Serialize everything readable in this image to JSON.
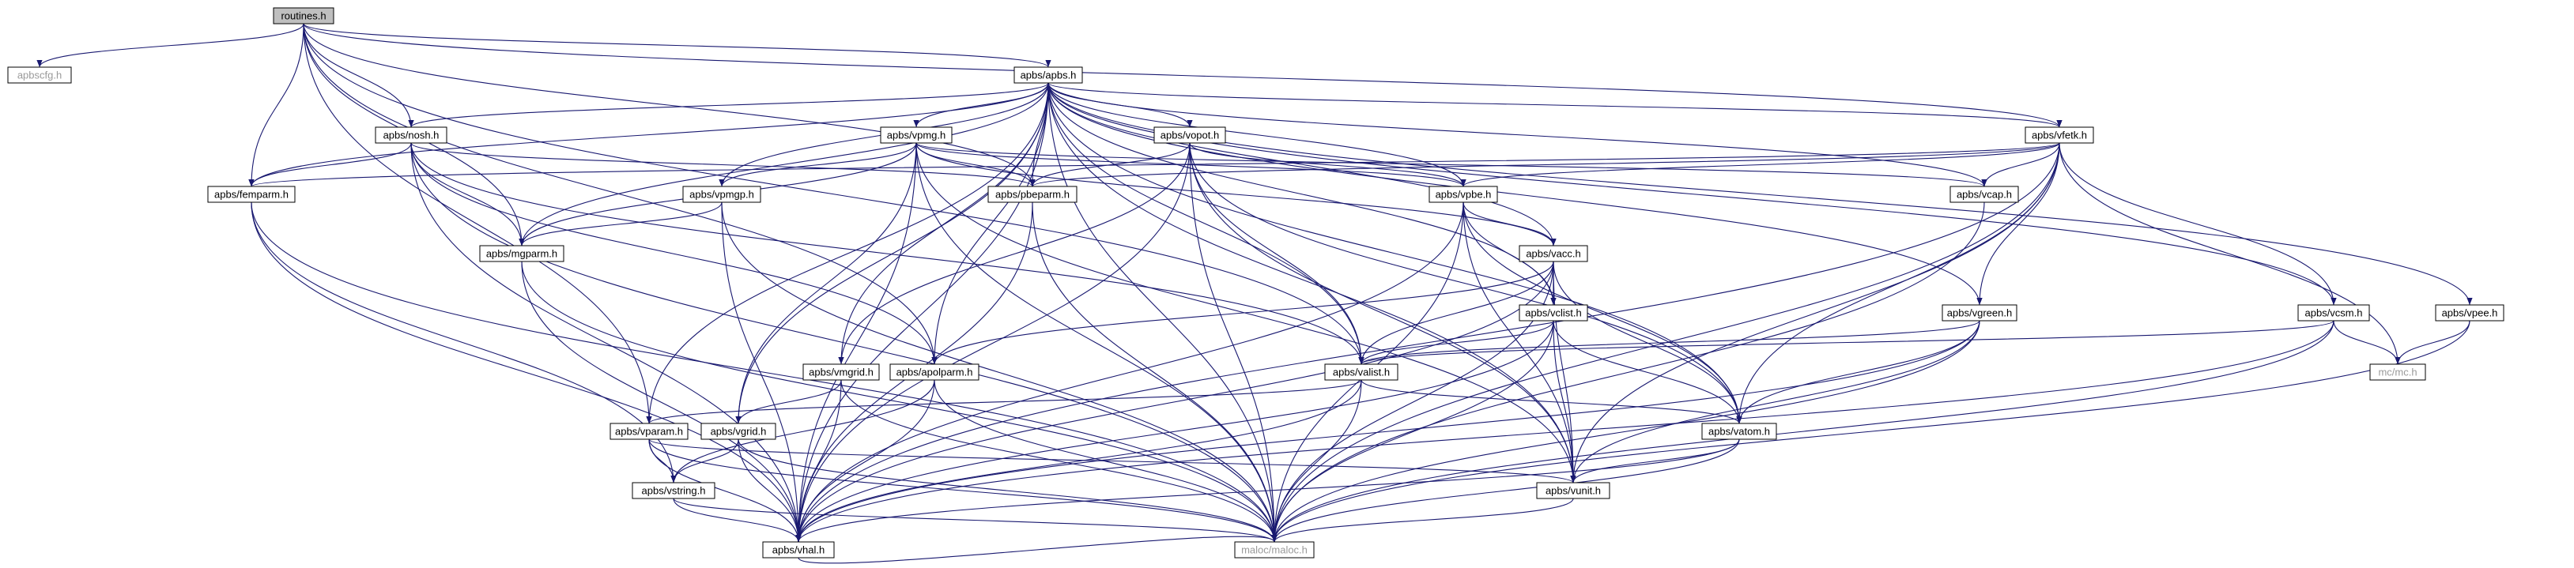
{
  "colors": {
    "edge": "#191970",
    "root_fill": "#bfbfbf",
    "node_fill": "#ffffff",
    "border": "#000000",
    "text": "#000000",
    "external_text": "#9a9a9a",
    "external_border": "#d0d0d0"
  },
  "nodes": [
    {
      "id": "routines",
      "label": "routines.h",
      "kind": "root"
    },
    {
      "id": "apbscfg",
      "label": "apbscfg.h",
      "kind": "external"
    },
    {
      "id": "apbs",
      "label": "apbs/apbs.h",
      "kind": "normal"
    },
    {
      "id": "nosh",
      "label": "apbs/nosh.h",
      "kind": "normal"
    },
    {
      "id": "vpmg",
      "label": "apbs/vpmg.h",
      "kind": "normal"
    },
    {
      "id": "vopot",
      "label": "apbs/vopot.h",
      "kind": "normal"
    },
    {
      "id": "vfetk",
      "label": "apbs/vfetk.h",
      "kind": "normal"
    },
    {
      "id": "femparm",
      "label": "apbs/femparm.h",
      "kind": "normal"
    },
    {
      "id": "vpmgp",
      "label": "apbs/vpmgp.h",
      "kind": "normal"
    },
    {
      "id": "pbeparm",
      "label": "apbs/pbeparm.h",
      "kind": "normal"
    },
    {
      "id": "vpbe",
      "label": "apbs/vpbe.h",
      "kind": "normal"
    },
    {
      "id": "vcap",
      "label": "apbs/vcap.h",
      "kind": "normal"
    },
    {
      "id": "mgparm",
      "label": "apbs/mgparm.h",
      "kind": "normal"
    },
    {
      "id": "vacc",
      "label": "apbs/vacc.h",
      "kind": "normal"
    },
    {
      "id": "vclist",
      "label": "apbs/vclist.h",
      "kind": "normal"
    },
    {
      "id": "vgreen",
      "label": "apbs/vgreen.h",
      "kind": "normal"
    },
    {
      "id": "vcsm",
      "label": "apbs/vcsm.h",
      "kind": "normal"
    },
    {
      "id": "vpee",
      "label": "apbs/vpee.h",
      "kind": "normal"
    },
    {
      "id": "vmgrid",
      "label": "apbs/vmgrid.h",
      "kind": "normal"
    },
    {
      "id": "apolparm",
      "label": "apbs/apolparm.h",
      "kind": "normal"
    },
    {
      "id": "valist",
      "label": "apbs/valist.h",
      "kind": "normal"
    },
    {
      "id": "mcmc",
      "label": "mc/mc.h",
      "kind": "external"
    },
    {
      "id": "vparam",
      "label": "apbs/vparam.h",
      "kind": "normal"
    },
    {
      "id": "vgrid",
      "label": "apbs/vgrid.h",
      "kind": "normal"
    },
    {
      "id": "vatom",
      "label": "apbs/vatom.h",
      "kind": "normal"
    },
    {
      "id": "vstring",
      "label": "apbs/vstring.h",
      "kind": "normal"
    },
    {
      "id": "vunit",
      "label": "apbs/vunit.h",
      "kind": "normal"
    },
    {
      "id": "vhal",
      "label": "apbs/vhal.h",
      "kind": "normal"
    },
    {
      "id": "maloc",
      "label": "maloc/maloc.h",
      "kind": "external"
    }
  ],
  "edges": [
    [
      "routines",
      "apbscfg"
    ],
    [
      "routines",
      "apbs"
    ],
    [
      "routines",
      "nosh"
    ],
    [
      "routines",
      "femparm"
    ],
    [
      "routines",
      "mgparm"
    ],
    [
      "routines",
      "pbeparm"
    ],
    [
      "routines",
      "vfetk"
    ],
    [
      "routines",
      "valist"
    ],
    [
      "routines",
      "vparam"
    ],
    [
      "routines",
      "apolparm"
    ],
    [
      "apbs",
      "nosh"
    ],
    [
      "apbs",
      "vpmg"
    ],
    [
      "apbs",
      "vopot"
    ],
    [
      "apbs",
      "vfetk"
    ],
    [
      "apbs",
      "femparm"
    ],
    [
      "apbs",
      "vpmgp"
    ],
    [
      "apbs",
      "pbeparm"
    ],
    [
      "apbs",
      "vpbe"
    ],
    [
      "apbs",
      "vcap"
    ],
    [
      "apbs",
      "mgparm"
    ],
    [
      "apbs",
      "vacc"
    ],
    [
      "apbs",
      "vgreen"
    ],
    [
      "apbs",
      "vpee"
    ],
    [
      "apbs",
      "vmgrid"
    ],
    [
      "apbs",
      "valist"
    ],
    [
      "apbs",
      "vparam"
    ],
    [
      "apbs",
      "vgrid"
    ],
    [
      "apbs",
      "vatom"
    ],
    [
      "apbs",
      "vunit"
    ],
    [
      "apbs",
      "vhal"
    ],
    [
      "apbs",
      "maloc"
    ],
    [
      "apbs",
      "vclist"
    ],
    [
      "apbs",
      "vcsm"
    ],
    [
      "apbs",
      "apolparm"
    ],
    [
      "nosh",
      "femparm"
    ],
    [
      "nosh",
      "mgparm"
    ],
    [
      "nosh",
      "pbeparm"
    ],
    [
      "nosh",
      "apolparm"
    ],
    [
      "nosh",
      "vhal"
    ],
    [
      "nosh",
      "maloc"
    ],
    [
      "nosh",
      "valist"
    ],
    [
      "vpmg",
      "vpmgp"
    ],
    [
      "vpmg",
      "pbeparm"
    ],
    [
      "vpmg",
      "vpbe"
    ],
    [
      "vpmg",
      "mgparm"
    ],
    [
      "vpmg",
      "vacc"
    ],
    [
      "vpmg",
      "vcap"
    ],
    [
      "vpmg",
      "vgrid"
    ],
    [
      "vpmg",
      "vhal"
    ],
    [
      "vpmg",
      "maloc"
    ],
    [
      "vpmg",
      "vunit"
    ],
    [
      "vopot",
      "pbeparm"
    ],
    [
      "vopot",
      "vpbe"
    ],
    [
      "vopot",
      "vmgrid"
    ],
    [
      "vopot",
      "valist"
    ],
    [
      "vopot",
      "vhal"
    ],
    [
      "vopot",
      "maloc"
    ],
    [
      "vopot",
      "vunit"
    ],
    [
      "vopot",
      "vatom"
    ],
    [
      "vfetk",
      "femparm"
    ],
    [
      "vfetk",
      "pbeparm"
    ],
    [
      "vfetk",
      "vpbe"
    ],
    [
      "vfetk",
      "vcap"
    ],
    [
      "vfetk",
      "vgreen"
    ],
    [
      "vfetk",
      "vcsm"
    ],
    [
      "vfetk",
      "mcmc"
    ],
    [
      "vfetk",
      "vhal"
    ],
    [
      "vfetk",
      "maloc"
    ],
    [
      "vfetk",
      "vunit"
    ],
    [
      "vfetk",
      "vatom"
    ],
    [
      "femparm",
      "vhal"
    ],
    [
      "femparm",
      "maloc"
    ],
    [
      "femparm",
      "vstring"
    ],
    [
      "vpmgp",
      "mgparm"
    ],
    [
      "vpmgp",
      "vhal"
    ],
    [
      "vpmgp",
      "maloc"
    ],
    [
      "pbeparm",
      "vhal"
    ],
    [
      "pbeparm",
      "maloc"
    ],
    [
      "vpbe",
      "vacc"
    ],
    [
      "vpbe",
      "vclist"
    ],
    [
      "vpbe",
      "vhal"
    ],
    [
      "vpbe",
      "maloc"
    ],
    [
      "vpbe",
      "vunit"
    ],
    [
      "vpbe",
      "vatom"
    ],
    [
      "vcap",
      "maloc"
    ],
    [
      "mgparm",
      "vhal"
    ],
    [
      "mgparm",
      "maloc"
    ],
    [
      "vacc",
      "vclist"
    ],
    [
      "vacc",
      "valist"
    ],
    [
      "vacc",
      "vatom"
    ],
    [
      "vacc",
      "vhal"
    ],
    [
      "vacc",
      "maloc"
    ],
    [
      "vacc",
      "vunit"
    ],
    [
      "vacc",
      "apolparm"
    ],
    [
      "vclist",
      "valist"
    ],
    [
      "vclist",
      "vatom"
    ],
    [
      "vclist",
      "vhal"
    ],
    [
      "vclist",
      "maloc"
    ],
    [
      "vclist",
      "vunit"
    ],
    [
      "vgreen",
      "valist"
    ],
    [
      "vgreen",
      "vatom"
    ],
    [
      "vgreen",
      "vhal"
    ],
    [
      "vgreen",
      "maloc"
    ],
    [
      "vgreen",
      "vunit"
    ],
    [
      "vcsm",
      "valist"
    ],
    [
      "vcsm",
      "mcmc"
    ],
    [
      "vcsm",
      "vhal"
    ],
    [
      "vcsm",
      "maloc"
    ],
    [
      "vpee",
      "mcmc"
    ],
    [
      "vpee",
      "maloc"
    ],
    [
      "vmgrid",
      "vgrid"
    ],
    [
      "vmgrid",
      "vhal"
    ],
    [
      "vmgrid",
      "maloc"
    ],
    [
      "apolparm",
      "vhal"
    ],
    [
      "apolparm",
      "maloc"
    ],
    [
      "apolparm",
      "vstring"
    ],
    [
      "valist",
      "vatom"
    ],
    [
      "valist",
      "vhal"
    ],
    [
      "valist",
      "maloc"
    ],
    [
      "valist",
      "vparam"
    ],
    [
      "vparam",
      "vstring"
    ],
    [
      "vparam",
      "vunit"
    ],
    [
      "vparam",
      "vhal"
    ],
    [
      "vparam",
      "maloc"
    ],
    [
      "vgrid",
      "vstring"
    ],
    [
      "vgrid",
      "vhal"
    ],
    [
      "vgrid",
      "maloc"
    ],
    [
      "vatom",
      "vhal"
    ],
    [
      "vatom",
      "maloc"
    ],
    [
      "vatom",
      "vunit"
    ],
    [
      "vstring",
      "vhal"
    ],
    [
      "vstring",
      "maloc"
    ],
    [
      "vunit",
      "maloc"
    ],
    [
      "vhal",
      "maloc"
    ]
  ]
}
